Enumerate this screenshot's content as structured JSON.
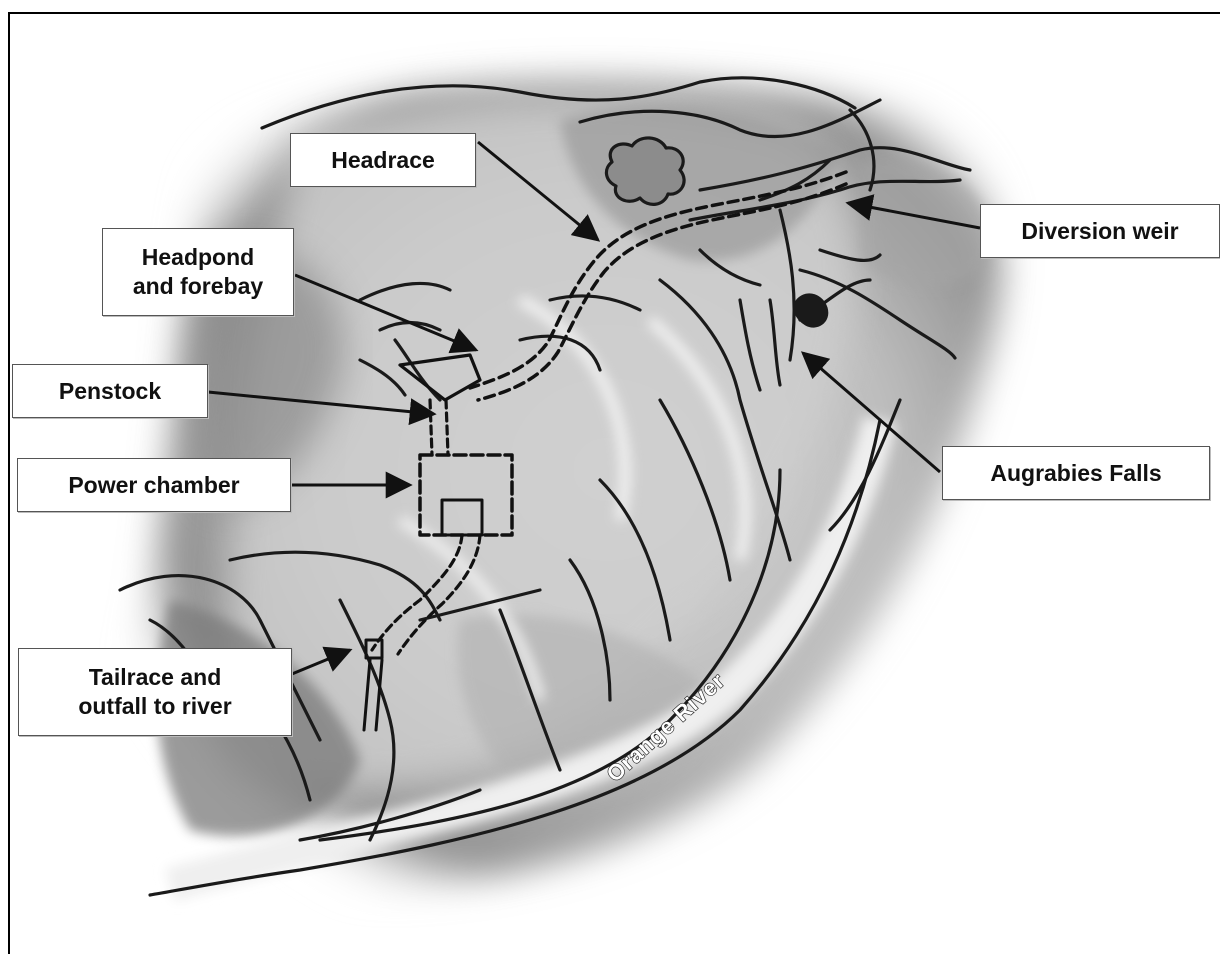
{
  "labels": {
    "headrace": "Headrace",
    "diversion_weir": "Diversion weir",
    "headpond": "Headpond\nand forebay",
    "penstock": "Penstock",
    "power_chamber": "Power chamber",
    "augrabies_falls": "Augrabies Falls",
    "tailrace": "Tailrace and\noutfall to river",
    "orange_river": "Orange River"
  },
  "colors": {
    "ink": "#1a1a1a",
    "terrain_dark": "#6b6b6b",
    "terrain_light": "#e6e6e6"
  }
}
